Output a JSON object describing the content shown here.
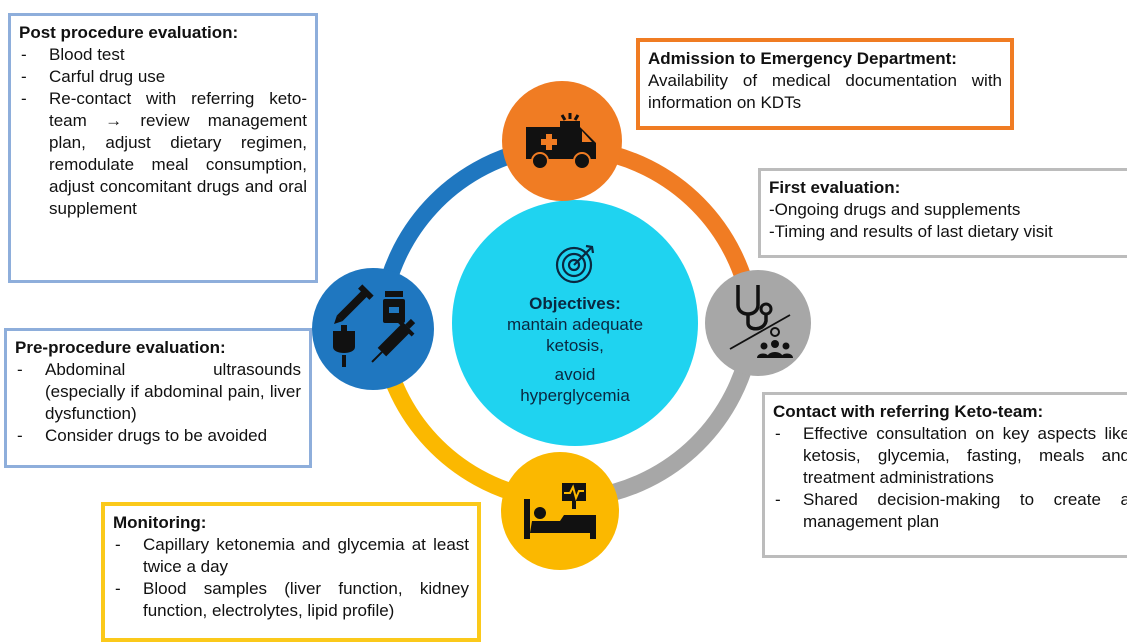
{
  "colors": {
    "orange": "#f07c23",
    "grey": "#a7a7a7",
    "yellow": "#fbb800",
    "blue": "#1f77c0",
    "cyan": "#1fd3f0",
    "box_blue": "#8eaedb",
    "box_orange": "#f07c23",
    "box_grey": "#bcbcbc",
    "box_yellow": "#fbc91a"
  },
  "center": {
    "title": "Objectives:",
    "line1": "mantain adequate",
    "line2": "ketosis,",
    "line3": "avoid",
    "line4": "hyperglycemia"
  },
  "post_procedure": {
    "title": "Post procedure evaluation:",
    "items": [
      "Blood test",
      "Carful drug use",
      "Re-contact with referring keto-team → review management plan, adjust dietary regimen, remodulate meal consumption, adjust concomitant drugs and oral supplement"
    ]
  },
  "admission": {
    "title": "Admission to Emergency Department:",
    "text": "Availability of medical documentation with information on KDTs"
  },
  "first_evaluation": {
    "title": "First evaluation:",
    "line1": "-Ongoing drugs and supplements",
    "line2": "-Timing and results of last dietary visit"
  },
  "pre_procedure": {
    "title": "Pre-procedure evaluation:",
    "items": [
      "Abdominal ultrasounds (especially if abdominal pain, liver dysfunction)",
      "Consider drugs to be avoided"
    ]
  },
  "contact": {
    "title": "Contact with referring Keto-team:",
    "items": [
      "Effective consultation on key aspects like ketosis, glycemia, fasting, meals and treatment administrations",
      "Shared decision-making to create a management plan"
    ]
  },
  "monitoring": {
    "title": "Monitoring:",
    "items": [
      "Capillary ketonemia and glycemia at least twice a day",
      "Blood samples (liver function, kidney function, electrolytes, lipid profile)"
    ]
  },
  "icons": {
    "admission": "ambulance-icon",
    "first_evaluation": "stethoscope-icon",
    "team": "team-icon",
    "monitoring": "hospital-bed-icon",
    "procedure": "drugs-icon",
    "objectives": "target-icon"
  }
}
